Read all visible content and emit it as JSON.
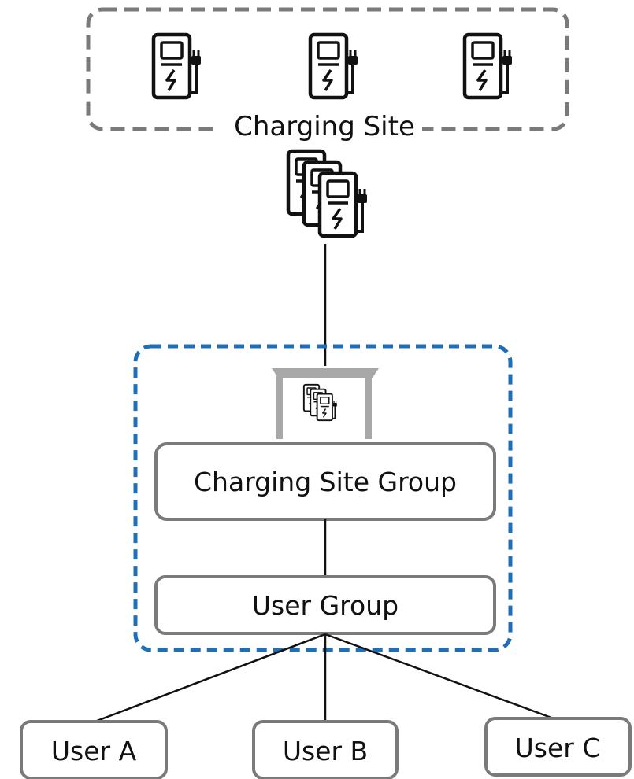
{
  "charging_site": {
    "label": "Charging Site",
    "icons": [
      "charger-icon",
      "charger-icon",
      "charger-icon"
    ]
  },
  "charger_stack_icon": "charger-stack-icon",
  "group_container": {
    "shelter_icon": "charging-shelter-icon",
    "site_group_label": "Charging Site Group",
    "user_group_label": "User Group"
  },
  "users": [
    {
      "label": "User A"
    },
    {
      "label": "User B"
    },
    {
      "label": "User C"
    }
  ],
  "colors": {
    "site_border": "#7a7a7a",
    "group_border": "#1f6fb8",
    "box_border": "#7a7a7a",
    "shelter": "#a8a8a8",
    "line": "#111111"
  }
}
